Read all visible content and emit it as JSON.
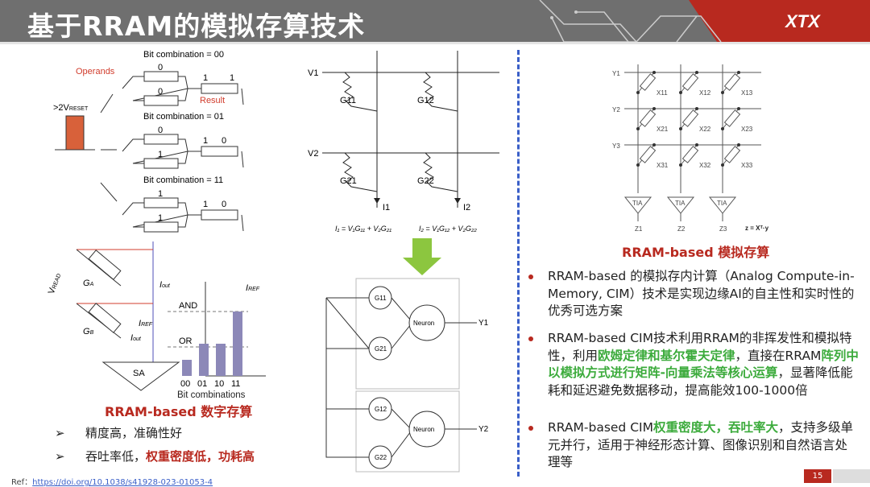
{
  "header": {
    "title": "基于RRAM的模拟存算技术",
    "logo": "XTX"
  },
  "digital_figure": {
    "bit_combos": [
      "Bit combination = 00",
      "Bit combination = 01",
      "Bit combination = 11"
    ],
    "operands": "Operands",
    "result": "Result",
    "vreset": ">2V",
    "vreset_sub": "RESET",
    "bits": [
      [
        "0",
        "0",
        "1",
        "1"
      ],
      [
        "0",
        "1",
        "1",
        "0"
      ],
      [
        "1",
        "1",
        "1",
        "0"
      ]
    ],
    "vread": "V",
    "vread_sub": "READ",
    "ga": "G",
    "ga_sub": "A",
    "gb": "G",
    "gb_sub": "B",
    "iout": "I",
    "iout_sub": "out",
    "iref": "I",
    "iref_sub": "REF",
    "sa": "SA",
    "and": "AND",
    "or": "OR",
    "xcats": [
      "00",
      "01",
      "10",
      "11"
    ],
    "xlabel": "Bit combinations",
    "bar_values": [
      1,
      2,
      2,
      4
    ]
  },
  "digital_caption": "RRAM-based 数字存算",
  "digital_bullets": [
    {
      "text": "精度高，准确性好"
    },
    {
      "text": "吞吐率低，",
      "highlight": "权重密度低，功耗高"
    }
  ],
  "ref": {
    "label": "Ref：",
    "url": "https://doi.org/10.1038/s41928-023-01053-4"
  },
  "crossbar": {
    "v1": "V1",
    "v2": "V2",
    "g": [
      "G11",
      "G12",
      "G21",
      "G22"
    ],
    "i1": "I1",
    "i2": "I2",
    "eq1": "I₁ = V₁G₁₁ + V₂G₂₁",
    "eq2": "I₂ = V₁G₁₂ + V₂G₂₂"
  },
  "nn": {
    "n1": [
      "G11",
      "G21"
    ],
    "n2": [
      "G12",
      "G22"
    ],
    "neuron": "Neuron",
    "y1": "Y1",
    "y2": "Y2"
  },
  "analog_figure": {
    "y": [
      "Y1",
      "Y2",
      "Y3"
    ],
    "x": [
      "X11",
      "X12",
      "X13",
      "X21",
      "X22",
      "X23",
      "X31",
      "X32",
      "X33"
    ],
    "tia": "TIA",
    "z": [
      "Z1",
      "Z2",
      "Z3"
    ],
    "formula": "z = Xᵀ·y"
  },
  "analog_caption": "RRAM-based 模拟存算",
  "right_bullets": [
    {
      "parts": [
        {
          "t": "RRAM-based 的模拟存内计算（Analog Compute-in-Memory, CIM）技术是实现边缘AI的自主性和实时性的优秀可选方案"
        }
      ]
    },
    {
      "parts": [
        {
          "t": "RRAM-based CIM技术利用RRAM的非挥发性和模拟特性，利用"
        },
        {
          "t": "欧姆定律和基尔霍夫定律",
          "g": true
        },
        {
          "t": "，直接在RRAM"
        },
        {
          "t": "阵列中以模拟方式进行矩阵-向量乘法等核心运算",
          "g": true
        },
        {
          "t": "，显著降低能耗和延迟避免数据移动，提高能效100-1000倍"
        }
      ]
    },
    {
      "parts": [
        {
          "t": "RRAM-based CIM"
        },
        {
          "t": "权重密度大，吞吐率大",
          "g": true
        },
        {
          "t": "，支持多级单元并行，适用于神经形态计算、图像识别和自然语言处理等"
        }
      ]
    }
  ],
  "page_number": "15",
  "colors": {
    "header": "#6f6f6f",
    "accent": "#b8291f",
    "green": "#3cab3c",
    "divider": "#3a5fc8"
  }
}
